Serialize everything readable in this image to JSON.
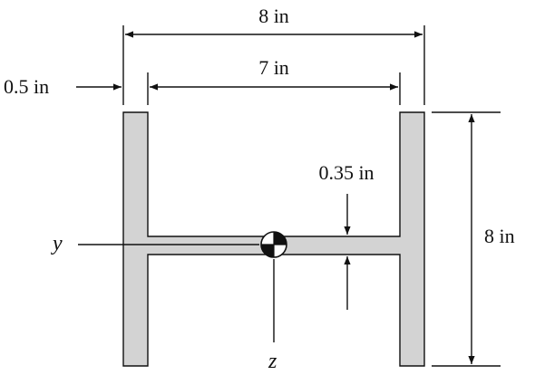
{
  "diagram": {
    "dimensions": {
      "overall_width": "8 in",
      "inner_width": "7 in",
      "flange_thickness": "0.5 in",
      "web_thickness": "0.35 in",
      "height": "8 in"
    },
    "axes": {
      "horizontal": "y",
      "vertical": "z"
    },
    "colors": {
      "section_fill": "#d3d3d3",
      "stroke": "#111111"
    },
    "icons": {
      "centroid": "centroid-symbol"
    }
  }
}
